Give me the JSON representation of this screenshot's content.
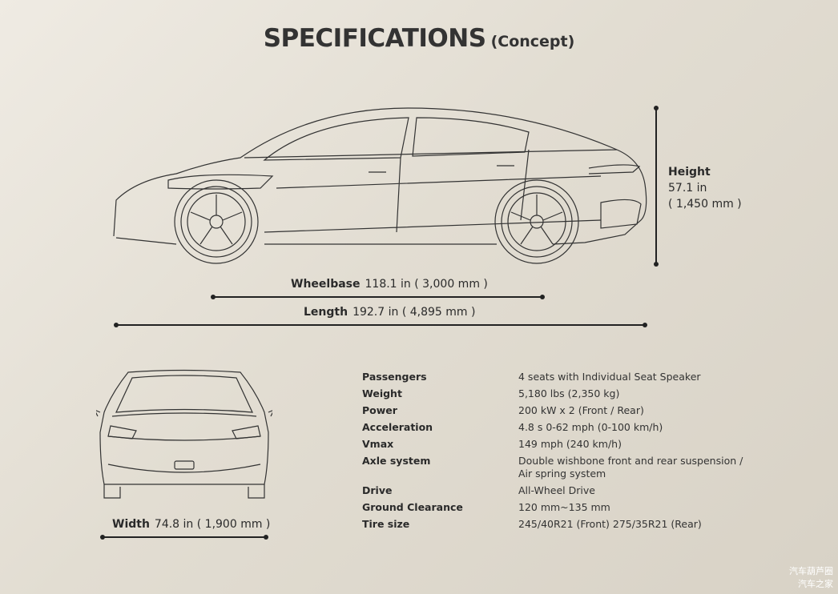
{
  "title": {
    "main": "SPECIFICATIONS",
    "sub": "(Concept)"
  },
  "dimensions": {
    "height": {
      "label": "Height",
      "imperial": "57.1 in",
      "metric": "( 1,450 mm )"
    },
    "wheelbase": {
      "label": "Wheelbase",
      "value": "118.1 in  ( 3,000 mm )"
    },
    "length": {
      "label": "Length",
      "value": "192.7 in  ( 4,895 mm )"
    },
    "width": {
      "label": "Width",
      "value": "74.8 in ( 1,900 mm )"
    }
  },
  "specs": [
    {
      "k": "Passengers",
      "v": "4 seats with Individual Seat Speaker"
    },
    {
      "k": "Weight",
      "v": "5,180 lbs (2,350 kg)"
    },
    {
      "k": "Power",
      "v": "200 kW x 2 (Front / Rear)"
    },
    {
      "k": "Acceleration",
      "v": "4.8 s 0-62 mph (0-100 km/h)"
    },
    {
      "k": "Vmax",
      "v": "149 mph (240 km/h)"
    },
    {
      "k": "Axle system",
      "v": "Double wishbone front and rear suspension / Air spring system"
    },
    {
      "k": "Drive",
      "v": "All-Wheel Drive"
    },
    {
      "k": "Ground Clearance",
      "v": "120 mm~135 mm"
    },
    {
      "k": "Tire size",
      "v": "245/40R21 (Front) 275/35R21 (Rear)"
    }
  ],
  "watermark": {
    "line1": "汽车葫芦圈",
    "line2": "汽车之家"
  }
}
